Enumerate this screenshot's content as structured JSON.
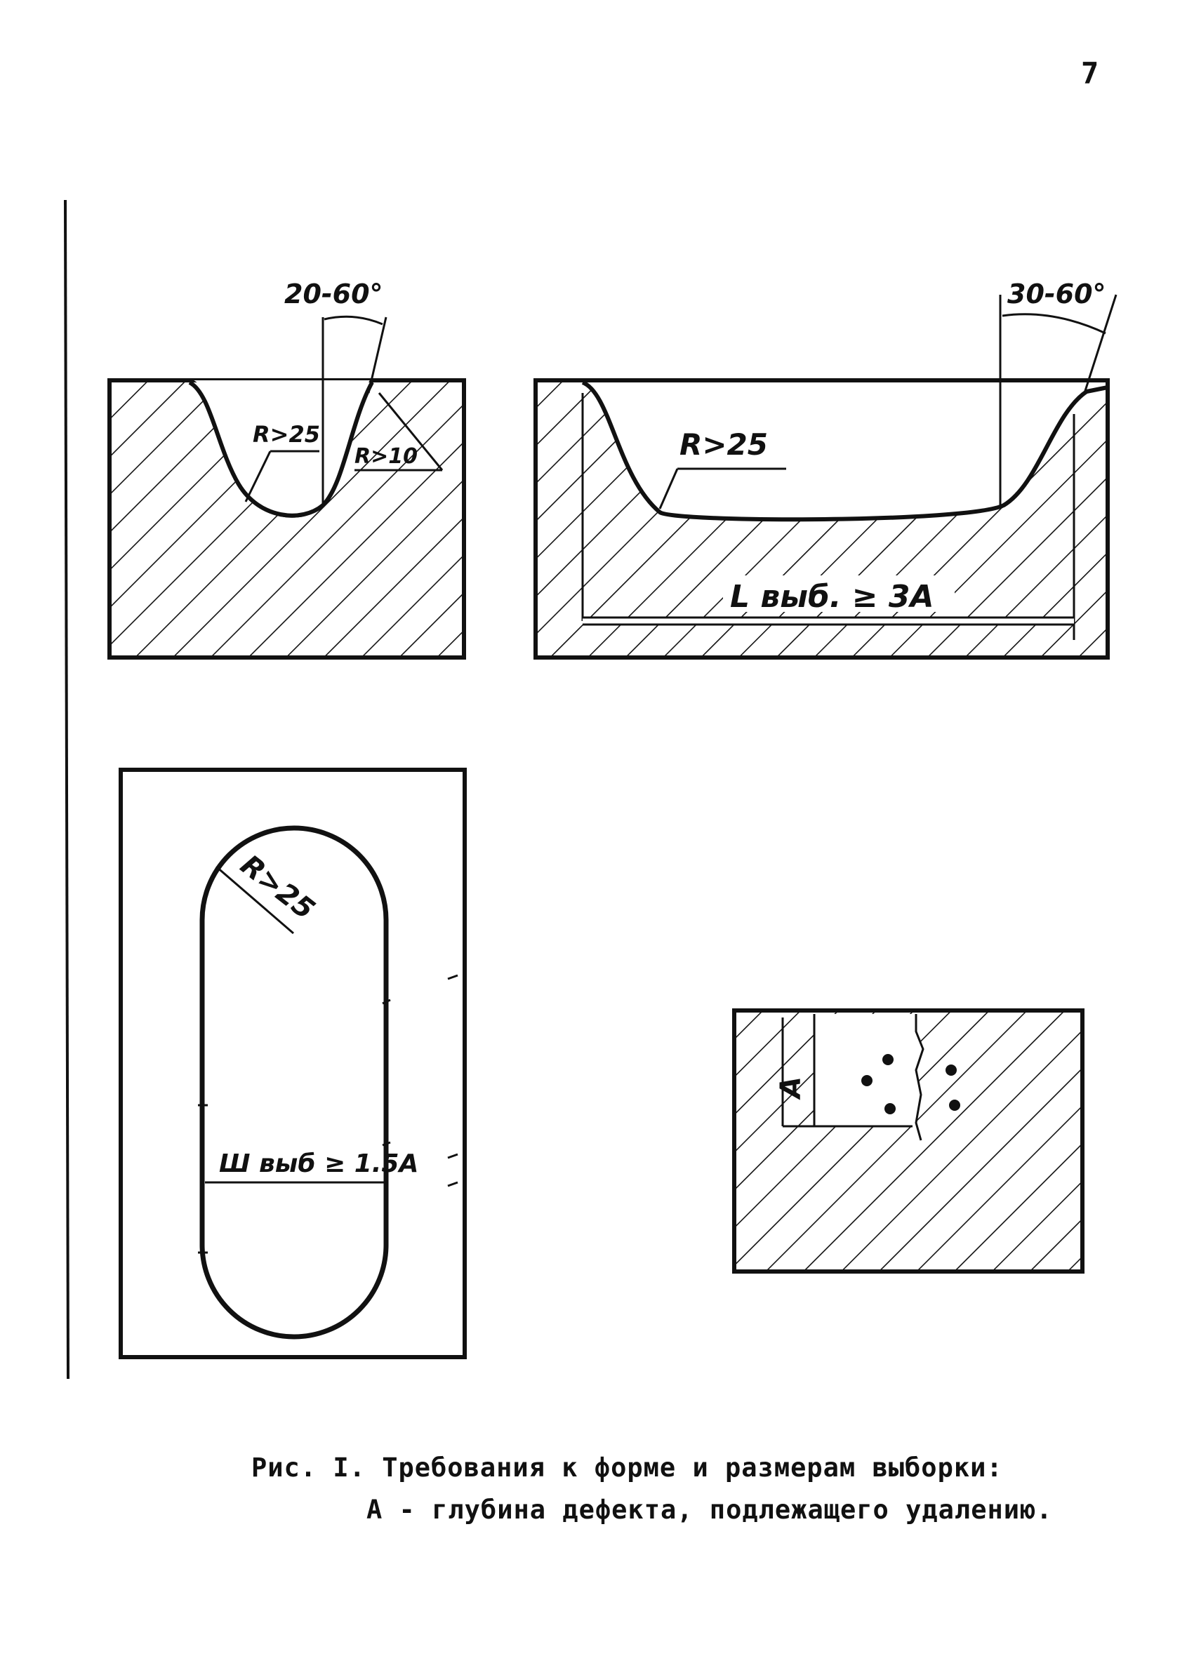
{
  "page_number": "7",
  "figures": {
    "top_left": {
      "angle": "20-60°",
      "radius_bottom": "R>25",
      "radius_edge": "R>10"
    },
    "top_right": {
      "angle": "30-60°",
      "radius_bottom": "R>25",
      "length": "L выб. ≥ 3A"
    },
    "bottom_left": {
      "radius": "R>25",
      "width": "Ш выб ≥ 1.5A"
    },
    "bottom_right": {
      "depth_label": "A"
    }
  },
  "caption": {
    "line1": "Рис. I. Требования к форме и размерам выборки:",
    "line2": "A - глубина дефекта, подлежащего удалению."
  }
}
